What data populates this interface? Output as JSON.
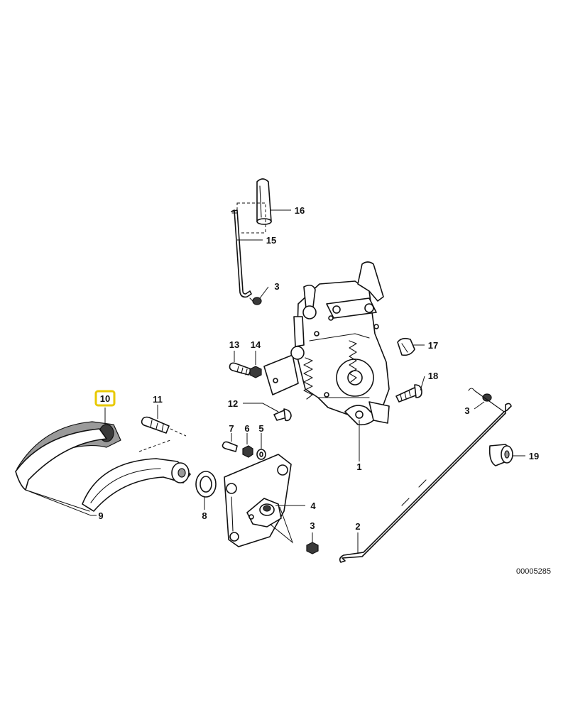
{
  "diagram": {
    "reference_number": "00005285",
    "highlighted_part": "10",
    "highlight_color": "#e8c900",
    "line_color": "#111111",
    "background_color": "#ffffff",
    "callouts": [
      {
        "id": "c1",
        "label": "1"
      },
      {
        "id": "c2",
        "label": "2"
      },
      {
        "id": "c3a",
        "label": "3"
      },
      {
        "id": "c3b",
        "label": "3"
      },
      {
        "id": "c3c",
        "label": "3"
      },
      {
        "id": "c4",
        "label": "4"
      },
      {
        "id": "c5",
        "label": "5"
      },
      {
        "id": "c6",
        "label": "6"
      },
      {
        "id": "c7",
        "label": "7"
      },
      {
        "id": "c8",
        "label": "8"
      },
      {
        "id": "c9",
        "label": "9"
      },
      {
        "id": "c10",
        "label": "10"
      },
      {
        "id": "c11",
        "label": "11"
      },
      {
        "id": "c12",
        "label": "12"
      },
      {
        "id": "c13",
        "label": "13"
      },
      {
        "id": "c14",
        "label": "14"
      },
      {
        "id": "c15",
        "label": "15"
      },
      {
        "id": "c16",
        "label": "16"
      },
      {
        "id": "c17",
        "label": "17"
      },
      {
        "id": "c18",
        "label": "18"
      },
      {
        "id": "c19",
        "label": "19"
      }
    ]
  }
}
